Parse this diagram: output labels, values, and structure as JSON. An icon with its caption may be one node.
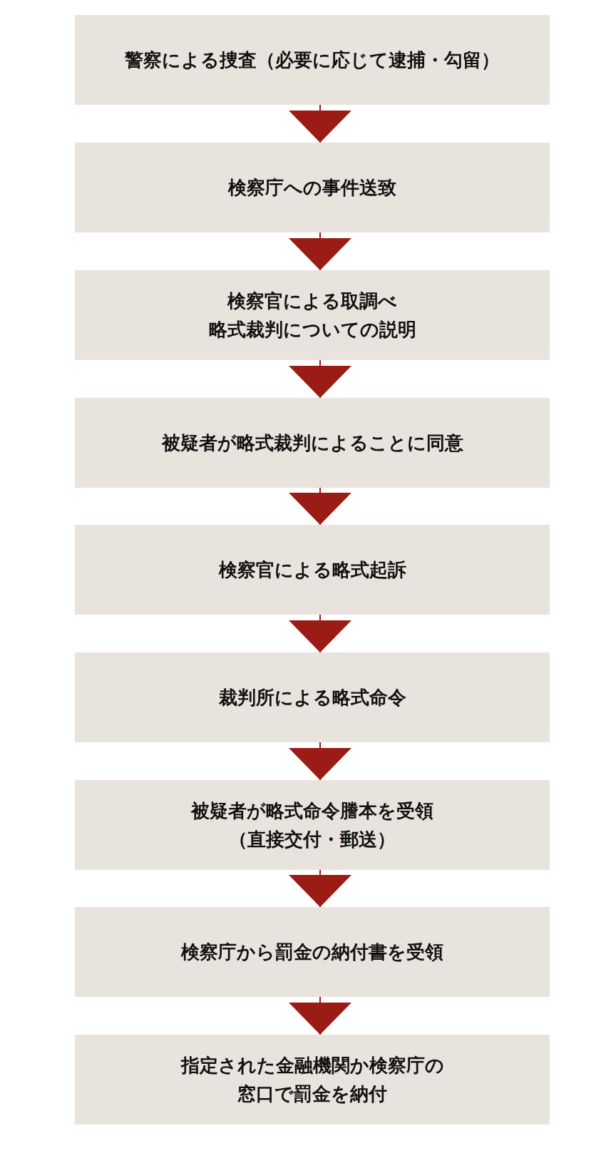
{
  "diagram": {
    "nodes": [
      {
        "text": [
          "警察による捜査（必要に応じて逮捕・勾留）"
        ]
      },
      {
        "text": [
          "検察庁への事件送致"
        ]
      },
      {
        "text": [
          "検察官による取調べ略式裁判についての説明"
        ]
      },
      {
        "text": [
          "被疑者が略式裁判によることに同意"
        ]
      },
      {
        "text": [
          "検察官による略式起訴"
        ]
      },
      {
        "text": [
          "裁判所による略式命令"
        ]
      },
      {
        "text": [
          "被疑者が略式命令謄本を受領（直接交付・郵送）"
        ]
      },
      {
        "text": [
          "検察庁から罰金の納付書を受領"
        ]
      },
      {
        "text": [
          "指定された金融機関か検察庁の窓口で罰金を納付"
        ]
      }
    ],
    "edges": [
      {
        "from": 0,
        "to": 1,
        "arrow": "to"
      },
      {
        "from": 1,
        "to": 2,
        "arrow": "to"
      },
      {
        "from": 2,
        "to": 3,
        "arrow": "to"
      },
      {
        "from": 3,
        "to": 4,
        "arrow": "to"
      },
      {
        "from": 4,
        "to": 5,
        "arrow": "to"
      },
      {
        "from": 5,
        "to": 6,
        "arrow": "to"
      },
      {
        "from": 6,
        "to": 7,
        "arrow": "to"
      },
      {
        "from": 7,
        "to": 8,
        "arrow": "to"
      }
    ]
  }
}
